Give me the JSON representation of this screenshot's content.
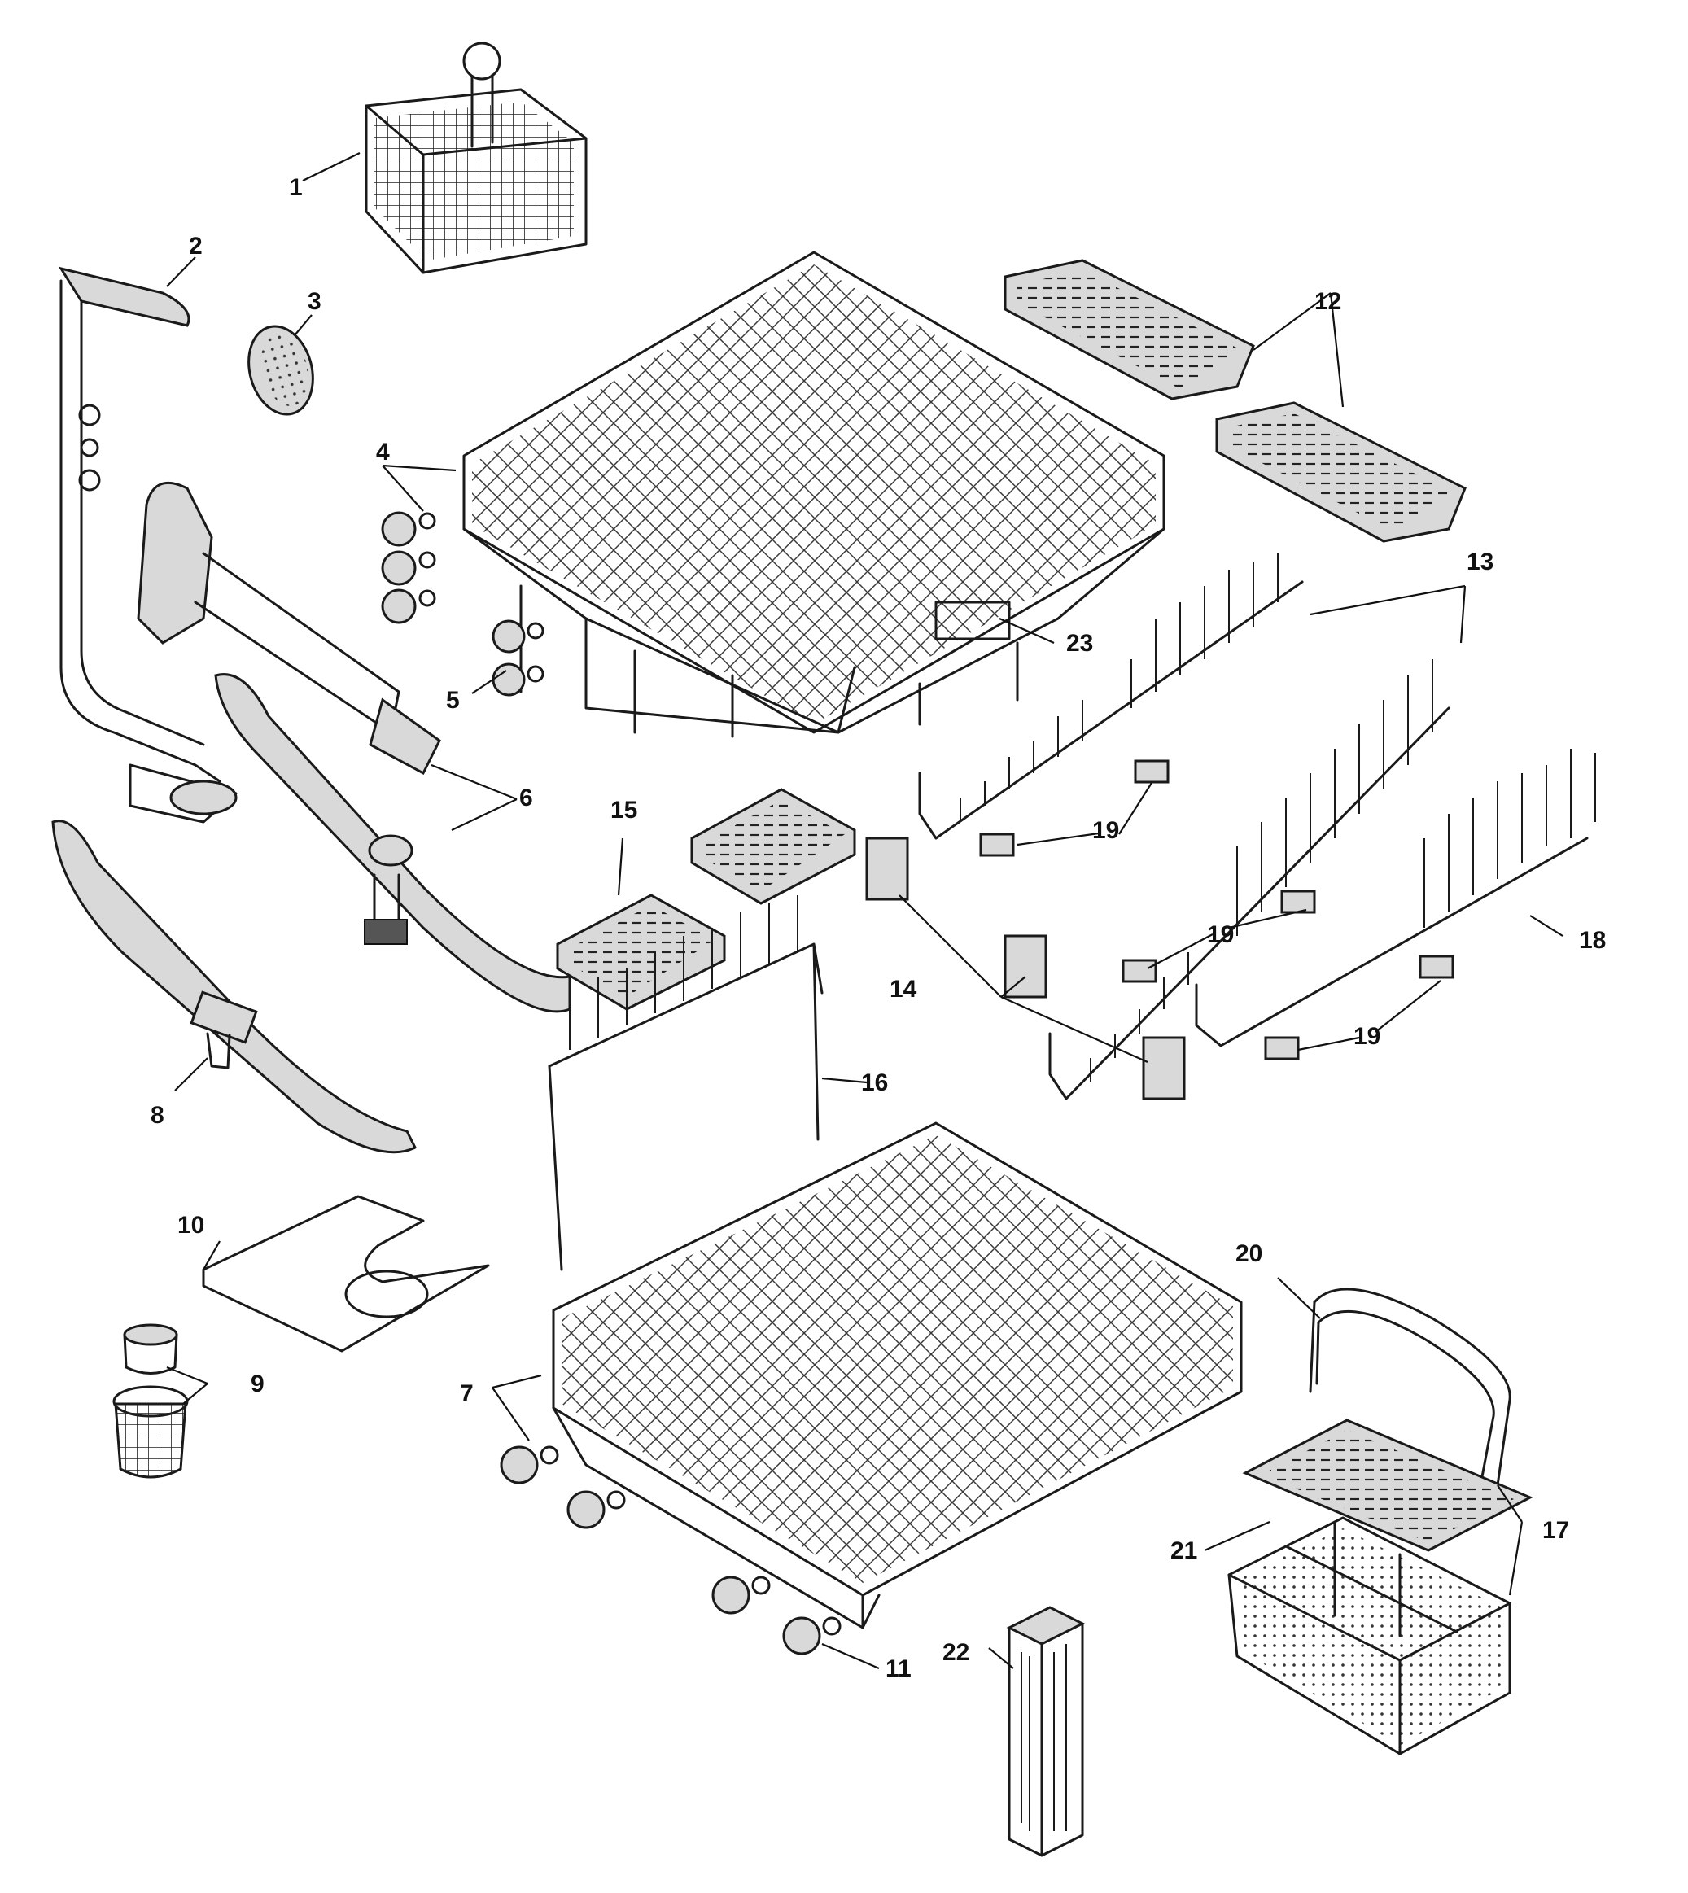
{
  "callouts": [
    "1",
    "2",
    "3",
    "4",
    "5",
    "6",
    "7",
    "8",
    "9",
    "10",
    "11",
    "12",
    "13",
    "14",
    "15",
    "16",
    "17",
    "18",
    "19",
    "20",
    "21",
    "22",
    "23"
  ],
  "colors": {
    "line": "#1a1a1a",
    "background": "#ffffff"
  }
}
